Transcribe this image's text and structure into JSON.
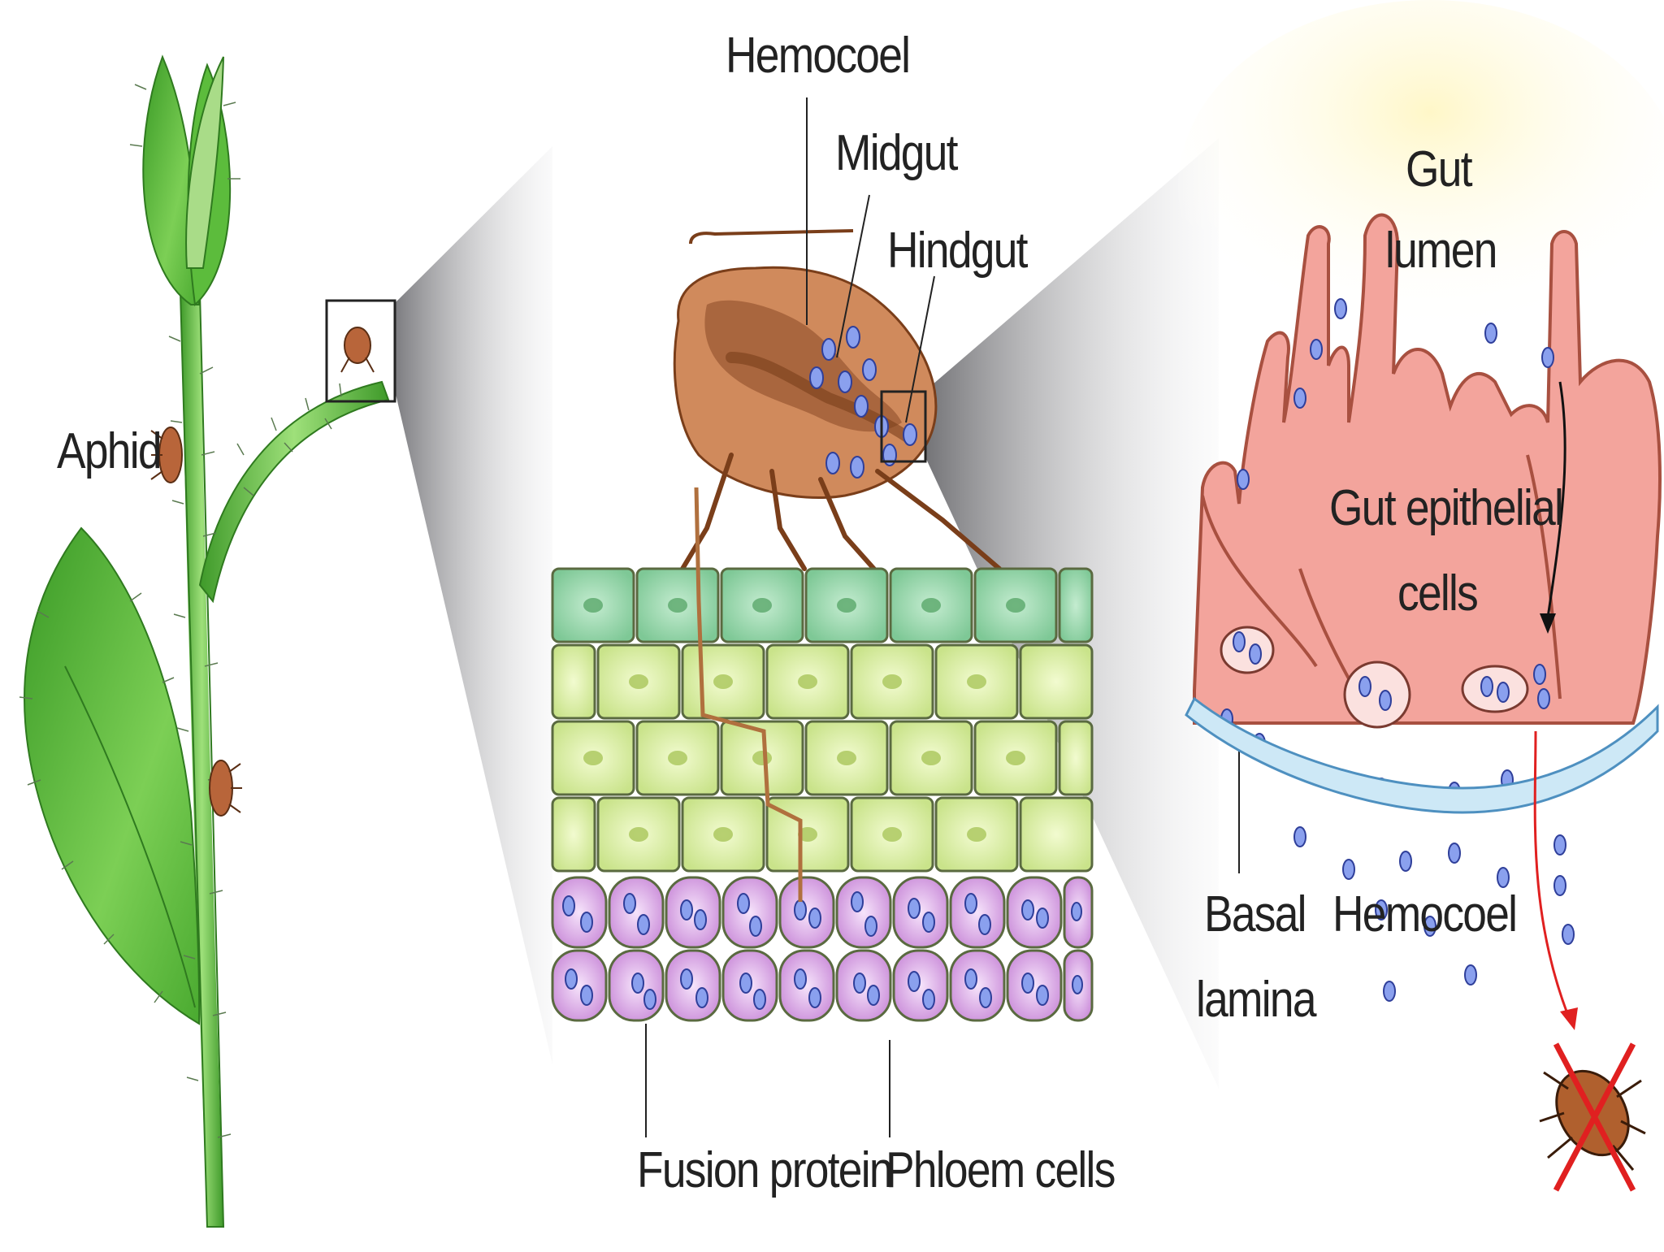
{
  "labels": {
    "aphid": "Aphid",
    "hemocoel_top": "Hemocoel",
    "midgut": "Midgut",
    "hindgut": "Hindgut",
    "gut_lumen_1": "Gut",
    "gut_lumen_2": "lumen",
    "gut_epithelial_1": "Gut epithelial",
    "gut_epithelial_2": "cells",
    "basal_1": "Basal",
    "basal_2": "lamina",
    "hemocoel_bottom": "Hemocoel",
    "fusion_protein": "Fusion protein",
    "phloem_cells": "Phloem cells"
  },
  "colors": {
    "plant_green": "#4fae2f",
    "aphid_brown": "#c98456",
    "epidermis": "#8fd3a0",
    "mesophyll": "#d7ec9a",
    "phloem": "#d9a8e6",
    "gut_pink": "#f4a7a0",
    "basal_blue": "#bfe0f2",
    "particle": "#7a8fe0",
    "kill_red": "#e02020"
  }
}
